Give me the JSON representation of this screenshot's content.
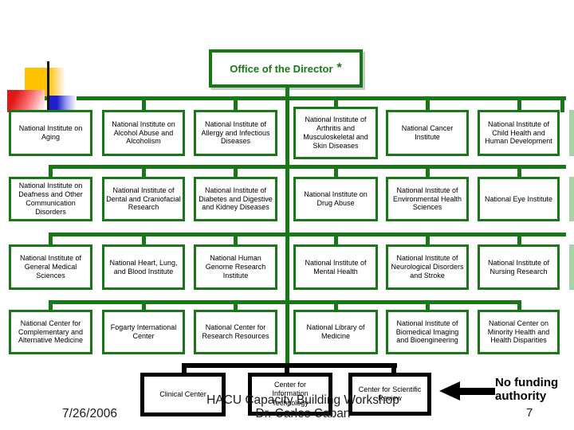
{
  "title": {
    "text": "Office of the Director",
    "asterisk": "*"
  },
  "org": {
    "rows": [
      [
        "National Institute on Aging",
        "National Institute on Alcohol Abuse and Alcoholism",
        "National Institute of Allergy and Infectious Diseases",
        "National Institute of Arthritis and Musculoskeletal and Skin Diseases",
        "National Cancer Institute",
        "National Institute of Child Health and Human Development"
      ],
      [
        "National Institute on Deafness and Other Communication Disorders",
        "National Institute of Dental and Craniofacial Research",
        "National Institute of Diabetes and Digestive and Kidney Diseases",
        "National Institute on Drug Abuse",
        "National Institute of Environmental Health Sciences",
        "National Eye Institute"
      ],
      [
        "National Institute of General Medical Sciences",
        "National Heart, Lung, and Blood Institute",
        "National Human Genome Research Institute",
        "National Institute of Mental Health",
        "National Institute of Neurological Disorders and Stroke",
        "National Institute of Nursing Research"
      ],
      [
        "National Center for Complementary and Alternative Medicine",
        "Fogarty International Center",
        "National Center for Research Resources",
        "National Library of Medicine",
        "National Institute of Biomedical Imaging and Bioengineering",
        "National Center on Minority Health and Health Disparities"
      ]
    ]
  },
  "centers": [
    "Clinical Center",
    "Center for Information Technology",
    "Center for Scientific Review"
  ],
  "note": {
    "label": "No funding authority"
  },
  "footer": {
    "date": "7/26/2006",
    "line1": "HACU Capacity Building Workshop",
    "line2": "Dr. Carlos Caban",
    "page": "7"
  },
  "colors": {
    "green": "#187818",
    "black": "#000000",
    "yellow": "#ffc200",
    "red": "#e01818",
    "blue": "#2020c8"
  }
}
